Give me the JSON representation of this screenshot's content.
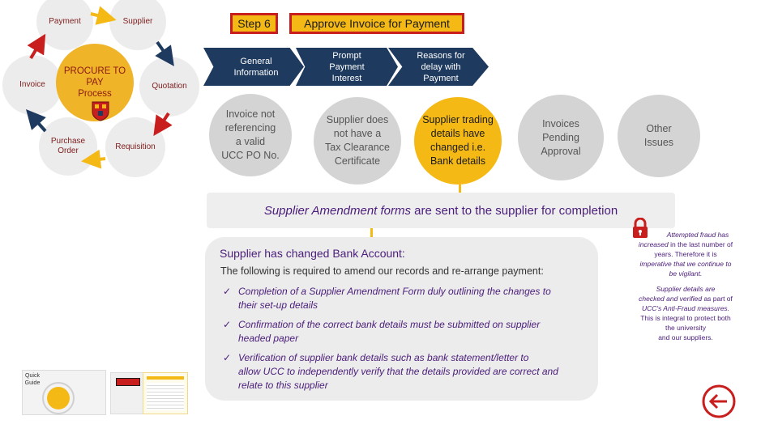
{
  "cycle": {
    "center_line1": "PROCURE TO PAY",
    "center_line2": "Process",
    "payment": "Payment",
    "supplier": "Supplier",
    "quotation": "Quotation",
    "requisition": "Requisition",
    "purchase_order_line1": "Purchase",
    "purchase_order_line2": "Order",
    "invoice": "Invoice"
  },
  "step": {
    "label": "Step 6",
    "title": "Approve Invoice for Payment"
  },
  "chevrons": [
    {
      "line1": "General",
      "line2": "Information"
    },
    {
      "line1": "Prompt",
      "line2": "Payment",
      "line3": "Interest"
    },
    {
      "line1": "Reasons for",
      "line2": "delay with",
      "line3": "Payment"
    }
  ],
  "issues": [
    {
      "line1": "Invoice not",
      "line2": "referencing",
      "line3": "a valid",
      "line4": "UCC PO No."
    },
    {
      "line1": "Supplier does",
      "line2": "not have a",
      "line3": "Tax Clearance",
      "line4": "Certificate"
    },
    {
      "line1": "Supplier trading",
      "line2": "details have",
      "line3": "changed i.e.",
      "line4": "Bank details"
    },
    {
      "line1": "Invoices",
      "line2": "Pending",
      "line3": "Approval"
    },
    {
      "line1": "Other",
      "line2": "Issues"
    }
  ],
  "banner": {
    "italic": "Supplier Amendment forms",
    "rest1": " are sent ",
    "rest2": "to the supplier for completion"
  },
  "panel": {
    "title": "Supplier has changed Bank Account:",
    "intro": "The following is required to amend our records and re-arrange payment:",
    "items": [
      {
        "line1": "Completion of a Supplier Amendment Form duly outlining the changes to",
        "line2": "their set-up details"
      },
      {
        "line1": "Confirmation of the correct bank details must be submitted on supplier",
        "line2": "headed paper"
      },
      {
        "line1": "Verification of supplier bank details such as bank statement/letter to",
        "line2": "allow UCC to independently verify that the details provided are correct and",
        "line3": "relate to this supplier"
      }
    ]
  },
  "note1": {
    "l1": "Attempted fraud has",
    "l2a": "increased",
    "l2b": " in the last number of",
    "l3": "years. Therefore it is",
    "l4": "imperative that we continue to",
    "l5": "be vigilant."
  },
  "note2": {
    "l1": "Supplier details are",
    "l2a": "checked and verified",
    "l2b": " as part of",
    "l3": "UCC's Anti-Fraud measures.",
    "l4": "This is integral to protect both",
    "l5": "the university",
    "l6": "and our suppliers."
  },
  "quick_guide": {
    "line1": "Quick",
    "line2": "Guide"
  },
  "colors": {
    "accent": "#f5b915",
    "border": "#c81e1e",
    "navy": "#1e3a5f",
    "text": "#4a1d7a"
  }
}
